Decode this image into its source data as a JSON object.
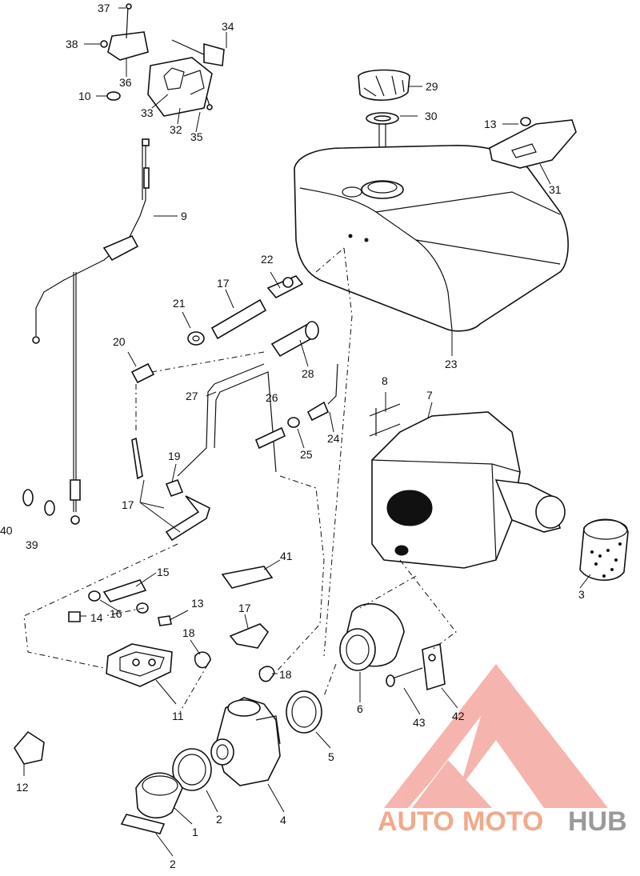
{
  "parts": [
    {
      "id": "label-37",
      "text": "37"
    },
    {
      "id": "label-38",
      "text": "38"
    },
    {
      "id": "label-36",
      "text": "36"
    },
    {
      "id": "label-10",
      "text": "10"
    },
    {
      "id": "label-34",
      "text": "34"
    },
    {
      "id": "label-33",
      "text": "33"
    },
    {
      "id": "label-32",
      "text": "32"
    },
    {
      "id": "label-35",
      "text": "35"
    },
    {
      "id": "label-29",
      "text": "29"
    },
    {
      "id": "label-30",
      "text": "30"
    },
    {
      "id": "label-13a",
      "text": "13"
    },
    {
      "id": "label-31",
      "text": "31"
    },
    {
      "id": "label-9",
      "text": "9"
    },
    {
      "id": "label-22",
      "text": "22"
    },
    {
      "id": "label-17a",
      "text": "17"
    },
    {
      "id": "label-21",
      "text": "21"
    },
    {
      "id": "label-20",
      "text": "20"
    },
    {
      "id": "label-23",
      "text": "23"
    },
    {
      "id": "label-28",
      "text": "28"
    },
    {
      "id": "label-27",
      "text": "27"
    },
    {
      "id": "label-26",
      "text": "26"
    },
    {
      "id": "label-8",
      "text": "8"
    },
    {
      "id": "label-7",
      "text": "7"
    },
    {
      "id": "label-24",
      "text": "24"
    },
    {
      "id": "label-25",
      "text": "25"
    },
    {
      "id": "label-19",
      "text": "19"
    },
    {
      "id": "label-17b",
      "text": "17"
    },
    {
      "id": "label-40",
      "text": "40"
    },
    {
      "id": "label-39",
      "text": "39"
    },
    {
      "id": "label-41",
      "text": "41"
    },
    {
      "id": "label-15",
      "text": "15"
    },
    {
      "id": "label-3",
      "text": "3"
    },
    {
      "id": "label-16",
      "text": "16"
    },
    {
      "id": "label-14",
      "text": "14"
    },
    {
      "id": "label-13b",
      "text": "13"
    },
    {
      "id": "label-17c",
      "text": "17"
    },
    {
      "id": "label-18a",
      "text": "18"
    },
    {
      "id": "label-18b",
      "text": "18"
    },
    {
      "id": "label-11",
      "text": "11"
    },
    {
      "id": "label-6",
      "text": "6"
    },
    {
      "id": "label-43",
      "text": "43"
    },
    {
      "id": "label-42",
      "text": "42"
    },
    {
      "id": "label-5",
      "text": "5"
    },
    {
      "id": "label-12",
      "text": "12"
    },
    {
      "id": "label-2a",
      "text": "2"
    },
    {
      "id": "label-1",
      "text": "1"
    },
    {
      "id": "label-4",
      "text": "4"
    },
    {
      "id": "label-2b",
      "text": "2"
    }
  ],
  "watermark": {
    "word_auto": "AUTO",
    "word_moto": "MOTO",
    "word_hub": "HUB",
    "colors": {
      "auto": "#f2a98a",
      "moto": "#f2a98a",
      "hub": "#9a9a9a",
      "logo": "#f4a8a0"
    }
  }
}
